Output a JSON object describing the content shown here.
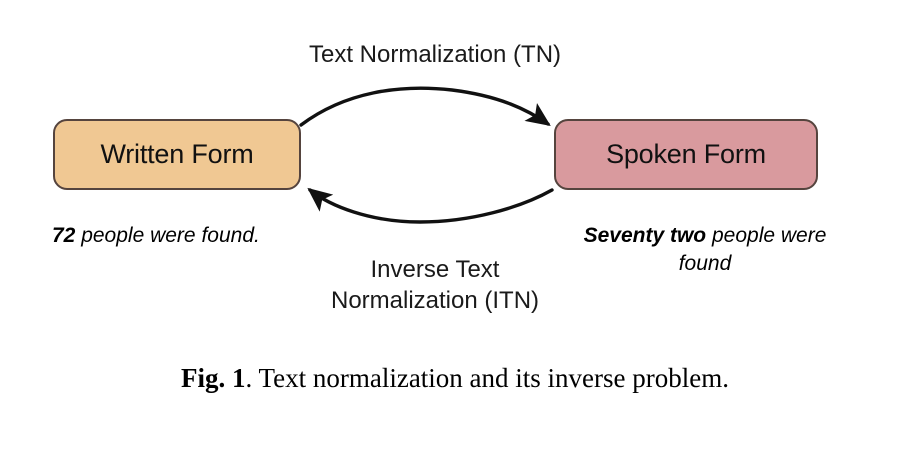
{
  "figure": {
    "caption_bold": "Fig. 1",
    "caption_rest": ". Text normalization and its inverse problem."
  },
  "nodes": {
    "written": {
      "label": "Written Form",
      "fill_color": "#F0C893",
      "border_color": "#55443E",
      "example_bold": "72",
      "example_rest": " people were found."
    },
    "spoken": {
      "label": "Spoken Form",
      "fill_color": "#D99A9E",
      "border_color": "#55443E",
      "example_bold": "Seventy two",
      "example_rest": " people were found"
    }
  },
  "edges": {
    "forward": {
      "label": "Text Normalization (TN)",
      "direction": "written-to-spoken",
      "color": "#111111"
    },
    "reverse": {
      "label": "Inverse Text\nNormalization (ITN)",
      "direction": "spoken-to-written",
      "color": "#111111"
    }
  }
}
